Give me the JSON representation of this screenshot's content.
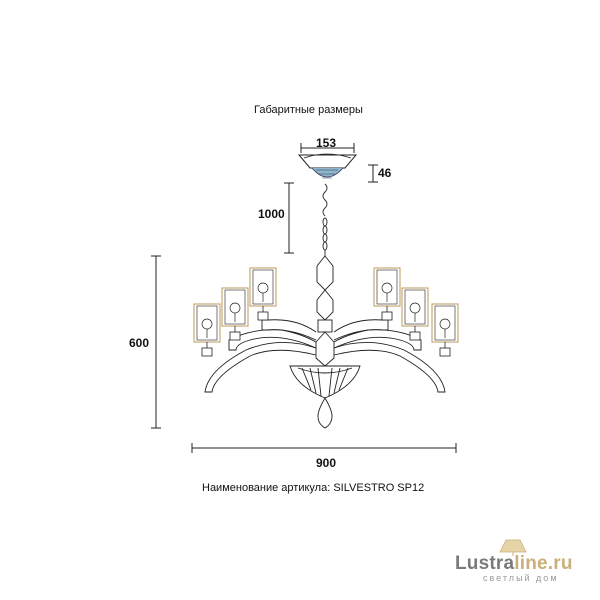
{
  "title": "Габаритные размеры",
  "dimensions": {
    "canopy_width": "153",
    "canopy_height": "46",
    "chain_length": "1000",
    "height": "600",
    "width": "900"
  },
  "article_caption": "Наименование артикула: SILVESTRO SP12",
  "watermark": {
    "brand_part1": "Lustra",
    "brand_part2": "line.ru",
    "tagline": "светлый дом"
  },
  "colors": {
    "line": "#222222",
    "glass": "#c8a978",
    "accent": "#6a8fa8"
  }
}
